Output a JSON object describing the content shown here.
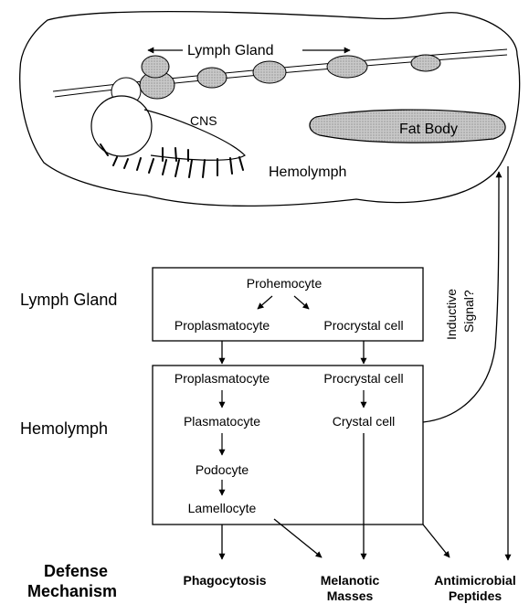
{
  "larva": {
    "lymph_gland_label": "Lymph Gland",
    "cns_label": "CNS",
    "fat_body_label": "Fat Body",
    "hemolymph_label": "Hemolymph"
  },
  "rows": {
    "lymph_gland": "Lymph Gland",
    "hemolymph": "Hemolymph",
    "defense_line1": "Defense",
    "defense_line2": "Mechanism"
  },
  "lymph_box": {
    "prohemocyte": "Prohemocyte",
    "proplasmatocyte": "Proplasmatocyte",
    "procrystal": "Procrystal cell"
  },
  "hemo_box": {
    "proplasmatocyte": "Proplasmatocyte",
    "procrystal": "Procrystal cell",
    "plasmatocyte": "Plasmatocyte",
    "crystal": "Crystal cell",
    "podocyte": "Podocyte",
    "lamellocyte": "Lamellocyte"
  },
  "signal": {
    "line1": "Inductive",
    "line2": "Signal?"
  },
  "defense": {
    "phagocytosis": "Phagocytosis",
    "melanotic_line1": "Melanotic",
    "melanotic_line2": "Masses",
    "antimicrobial_line1": "Antimicrobial",
    "antimicrobial_line2": "Peptides"
  }
}
